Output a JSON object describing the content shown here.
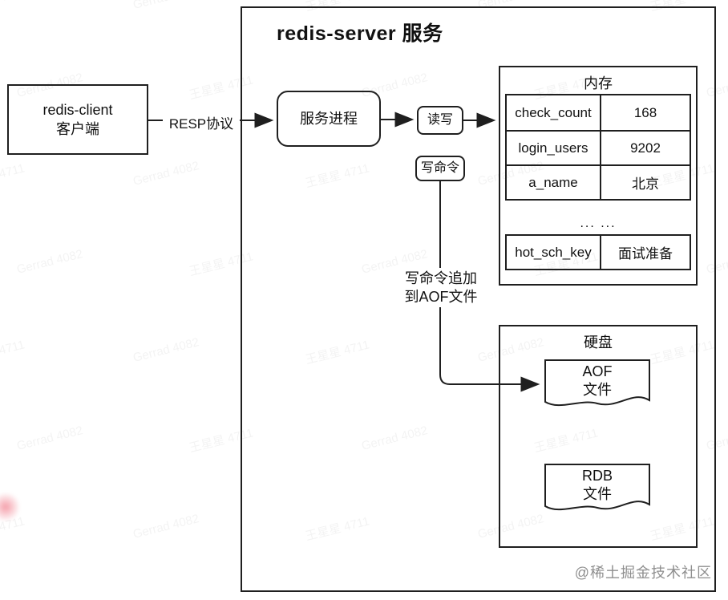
{
  "diagram": {
    "title": "redis-server 服务",
    "client": {
      "line1": "redis-client",
      "line2": "客户端"
    },
    "resp_label": "RESP协议",
    "server_process_label": "服务进程",
    "read_write_label": "读写",
    "write_cmd_label": "写命令",
    "append_label_line1": "写命令追加",
    "append_label_line2": "到AOF文件",
    "memory": {
      "title": "内存",
      "rows": [
        {
          "key": "check_count",
          "value": "168"
        },
        {
          "key": "login_users",
          "value": "9202"
        },
        {
          "key": "a_name",
          "value": "北京"
        }
      ],
      "ellipsis": "... ...",
      "extra_row": {
        "key": "hot_sch_key",
        "value": "面试准备"
      }
    },
    "disk": {
      "title": "硬盘",
      "aof": {
        "line1": "AOF",
        "line2": "文件"
      },
      "rdb": {
        "line1": "RDB",
        "line2": "文件"
      }
    }
  },
  "watermark": {
    "texts": [
      "王星星 4711",
      "Gerrad 4082"
    ],
    "credit": "@稀土掘金技术社区"
  },
  "colors": {
    "line": "#1f1f1f",
    "watermark": "rgba(30,30,40,0.055)",
    "credit": "#8f8f8f"
  }
}
